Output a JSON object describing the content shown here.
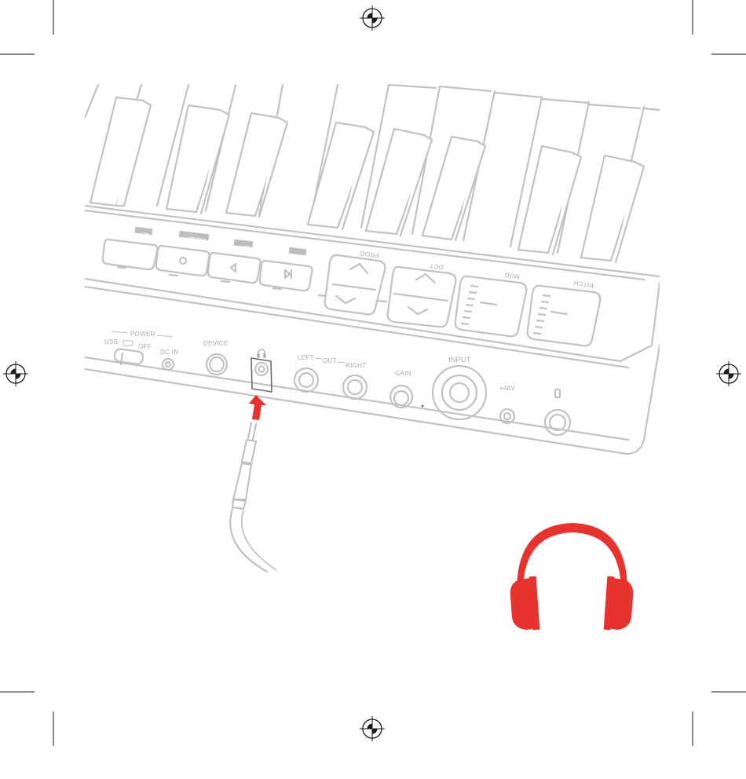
{
  "colors": {
    "line": "#bdbdbd",
    "dark_line": "#6a6a6a",
    "accent": "#e8322d",
    "registration": "#1a1a1a"
  },
  "labels": {
    "alt": "ALT",
    "preset": "PRESET",
    "edit": "EDIT",
    "prog": "PROG",
    "oct": "OCT",
    "mod": "MOD",
    "pitch": "PITCH",
    "power": "POWER",
    "usb": "USB",
    "off": "OFF",
    "dc_in": "DC IN",
    "device": "DEVICE",
    "left": "LEFT",
    "out": "OUT",
    "right": "RIGHT",
    "gain": "GAIN",
    "input": "INPUT",
    "phantom": "+48V"
  },
  "icons": {
    "headphone_port": "headphone-icon",
    "arrow": "arrow-up-icon",
    "headphones": "headphones-icon",
    "registration": "registration-mark-icon"
  }
}
